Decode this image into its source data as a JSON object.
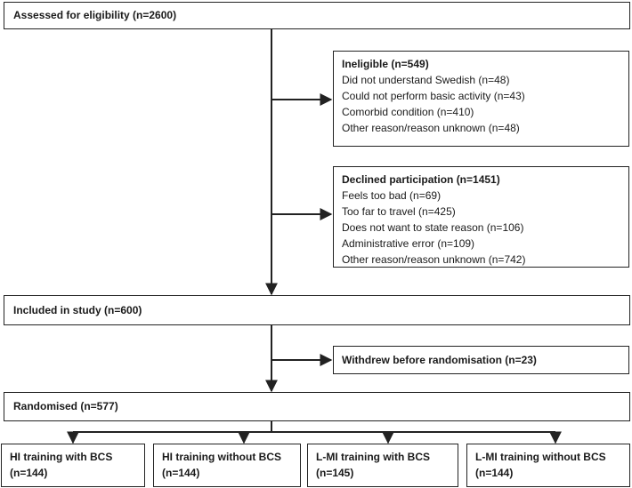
{
  "assessed": "Assessed for eligibility (n=2600)",
  "ineligible": {
    "title": "Ineligible (n=549)",
    "items": [
      "Did not understand Swedish (n=48)",
      "Could not perform basic activity (n=43)",
      "Comorbid condition (n=410)",
      "Other reason/reason unknown (n=48)"
    ]
  },
  "declined": {
    "title": "Declined participation (n=1451)",
    "items": [
      "Feels too bad (n=69)",
      "Too far to travel (n=425)",
      "Does not want to state reason (n=106)",
      "Administrative error (n=109)",
      "Other reason/reason unknown (n=742)"
    ]
  },
  "included": "Included in study (n=600)",
  "withdrew": "Withdrew before randomisation (n=23)",
  "randomised": "Randomised (n=577)",
  "arms": [
    {
      "name": "HI training with BCS",
      "n": "(n=144)"
    },
    {
      "name": "HI training without BCS",
      "n": "(n=144)"
    },
    {
      "name": "L-MI training with BCS",
      "n": "(n=145)"
    },
    {
      "name": "L-MI training without BCS",
      "n": "(n=144)"
    }
  ]
}
